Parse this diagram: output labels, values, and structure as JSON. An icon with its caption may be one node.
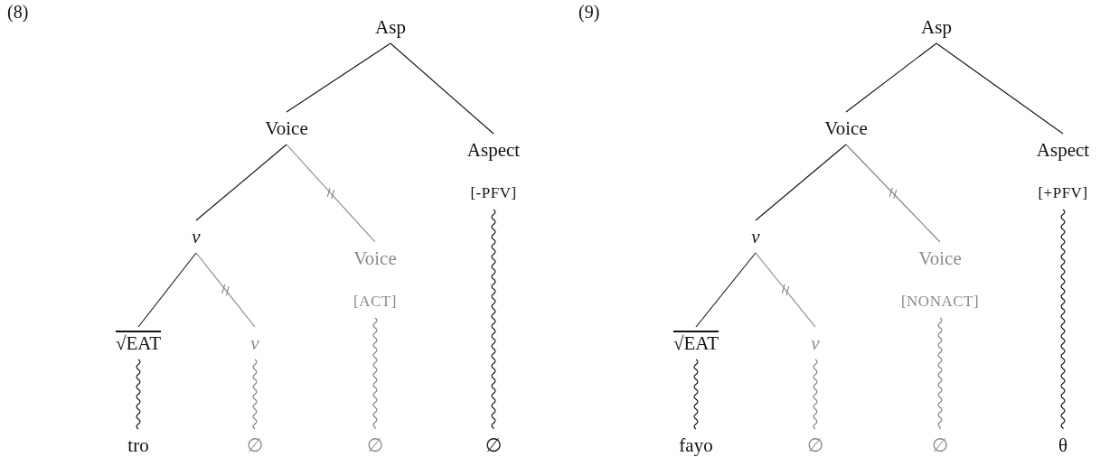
{
  "diagram": {
    "nodes": [
      {
        "text": [
          "Asp"
        ]
      },
      {
        "text": [
          "Voice"
        ]
      },
      {
        "text": [
          "Aspect",
          "[-PFV]"
        ]
      },
      {
        "text": [
          "v"
        ]
      },
      {
        "text": [
          "Voice",
          "[ACT]"
        ]
      },
      {
        "text": [
          "√EAT"
        ]
      },
      {
        "text": [
          "v"
        ]
      },
      {
        "text": [
          "tro"
        ]
      },
      {
        "text": [
          "∅"
        ]
      },
      {
        "text": [
          "∅"
        ]
      },
      {
        "text": [
          "∅"
        ]
      },
      {
        "text": [
          "Asp"
        ]
      },
      {
        "text": [
          "Voice"
        ]
      },
      {
        "text": [
          "Aspect",
          "[+PFV]"
        ]
      },
      {
        "text": [
          "v"
        ]
      },
      {
        "text": [
          "Voice",
          "[NONACT]"
        ]
      },
      {
        "text": [
          "√EAT"
        ]
      },
      {
        "text": [
          "v"
        ]
      },
      {
        "text": [
          "fayo"
        ]
      },
      {
        "text": [
          "∅"
        ]
      },
      {
        "text": [
          "∅"
        ]
      },
      {
        "text": [
          "θ"
        ]
      }
    ],
    "edges": [
      {
        "from": 0,
        "to": 1,
        "arrow": "none"
      },
      {
        "from": 0,
        "to": 2,
        "arrow": "none"
      },
      {
        "from": 1,
        "to": 3,
        "arrow": "none"
      },
      {
        "from": 1,
        "to": 4,
        "arrow": "none",
        "color": "#808080"
      },
      {
        "from": 3,
        "to": 5,
        "arrow": "none"
      },
      {
        "from": 3,
        "to": 6,
        "arrow": "none",
        "color": "#808080"
      },
      {
        "from": 5,
        "to": 7,
        "arrow": "none"
      },
      {
        "from": 6,
        "to": 8,
        "arrow": "none",
        "color": "#808080"
      },
      {
        "from": 4,
        "to": 9,
        "arrow": "none",
        "color": "#808080"
      },
      {
        "from": 2,
        "to": 10,
        "arrow": "none"
      },
      {
        "from": 11,
        "to": 12,
        "arrow": "none"
      },
      {
        "from": 11,
        "to": 13,
        "arrow": "none"
      },
      {
        "from": 12,
        "to": 14,
        "arrow": "none"
      },
      {
        "from": 12,
        "to": 15,
        "arrow": "none",
        "color": "#808080"
      },
      {
        "from": 14,
        "to": 16,
        "arrow": "none"
      },
      {
        "from": 14,
        "to": 17,
        "arrow": "none",
        "color": "#808080"
      },
      {
        "from": 16,
        "to": 18,
        "arrow": "none"
      },
      {
        "from": 17,
        "to": 19,
        "arrow": "none",
        "color": "#808080"
      },
      {
        "from": 15,
        "to": 20,
        "arrow": "none",
        "color": "#808080"
      },
      {
        "from": 13,
        "to": 21,
        "arrow": "none"
      }
    ],
    "labels": [
      "(8)",
      "(9)"
    ]
  }
}
